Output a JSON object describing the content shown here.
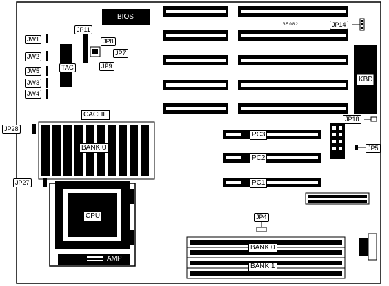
{
  "labels": {
    "bios": "BIOS",
    "board_id": "35082",
    "kbd": "KBD",
    "cache": "CACHE",
    "bank0_cache": "BANK 0",
    "cpu": "CPU",
    "amp": "AMP",
    "tag": "TAG",
    "pc1": "PC1",
    "pc2": "PC2",
    "pc3": "PC3",
    "bank0_mem": "BANK 0",
    "bank1_mem": "BANK 1"
  },
  "jumpers": {
    "jw1": "JW1",
    "jw2": "JW2",
    "jw5": "JW5",
    "jw3": "JW3",
    "jw4": "JW4",
    "jp11": "JP11",
    "jp8": "JP8",
    "jp7": "JP7",
    "jp9": "JP9",
    "jp14": "JP14",
    "jp18": "JP18",
    "jp5": "JP5",
    "jp28": "JP28",
    "jp27": "JP27",
    "jp4": "JP4"
  }
}
